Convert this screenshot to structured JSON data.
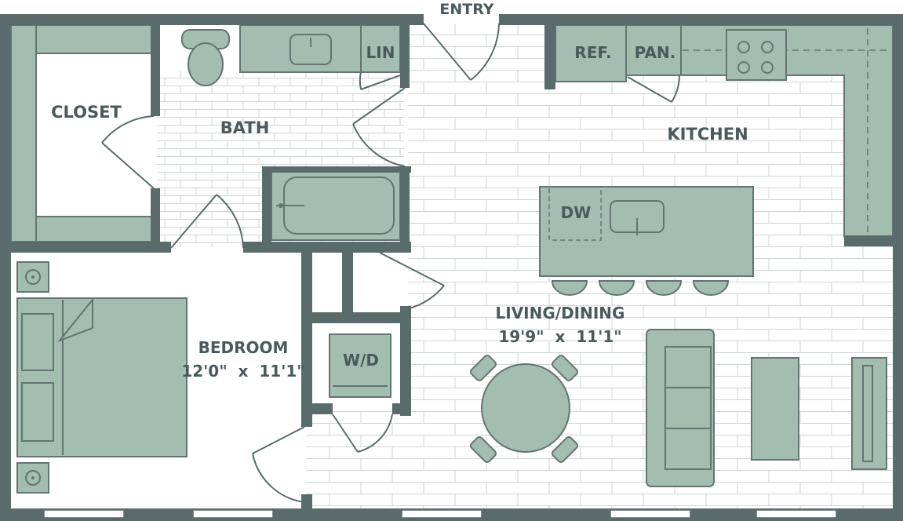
{
  "labels": {
    "entry": "ENTRY",
    "closet": "CLOSET",
    "bath": "BATH",
    "linen": "LIN",
    "refrigerator": "REF.",
    "pantry": "PAN.",
    "kitchen": "KITCHEN",
    "dishwasher": "DW",
    "living_dining": "LIVING/DINING",
    "living_dining_size": "19'9\"  x  11'1\"",
    "bedroom": "BEDROOM",
    "bedroom_size": "12'0\"  x  11'1\"",
    "washer_dryer": "W/D"
  },
  "colors": {
    "wall": "#5a6b6c",
    "fixture": "#a3bdb0",
    "fixture_stroke": "#637472",
    "tile_line": "#d0d5d4",
    "text": "#4a5a5c",
    "background": "#ffffff"
  },
  "icons": [
    "toilet-icon",
    "sink-icon",
    "bathtub-icon",
    "stove-icon",
    "bed-icon",
    "sofa-icon",
    "dining-table-icon",
    "bar-stool-icon",
    "tv-icon",
    "outlet-icon",
    "door-swing-icon",
    "window-icon"
  ]
}
